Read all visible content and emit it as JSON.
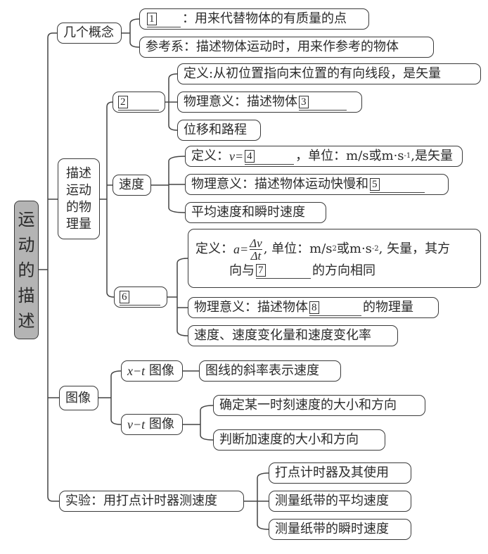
{
  "root": {
    "title_chars": [
      "运",
      "动",
      "的",
      "描",
      "述"
    ]
  },
  "concepts": {
    "label": "几个概念",
    "items": [
      {
        "blank": "1",
        "text": "：用来代替物体的有质量的点"
      },
      {
        "text": "参考系：描述物体运动时，用来作参考的物体"
      }
    ]
  },
  "quantities": {
    "label_lines": [
      "描述",
      "运动",
      "的物",
      "理量"
    ],
    "displacement": {
      "blank": "2",
      "definition": "定义:从初位置指向末位置的有向线段，是矢量",
      "meaning_prefix": "物理意义：描述物体",
      "meaning_blank": "3",
      "compare": "位移和路程"
    },
    "velocity": {
      "label": "速度",
      "def_prefix": "定义：",
      "def_var": "v=",
      "def_blank": "4",
      "def_unit_prefix": "，单位：m/s或m·s",
      "def_unit_exp": "-1",
      "def_suffix": ",是矢量",
      "meaning_prefix": "物理意义：描述物体运动快慢和",
      "meaning_blank": "5",
      "compare": "平均速度和瞬时速度"
    },
    "acceleration": {
      "blank": "6",
      "def_prefix": "定义：",
      "def_var": "a=",
      "frac_num": "Δv",
      "frac_den": "Δt",
      "unit1": ", 单位：m/s",
      "unit1_exp": "2",
      "unit2": "或m·s",
      "unit2_exp": "-2",
      "def_suffix": ", 矢量，其方",
      "line2_prefix": "向与",
      "line2_blank": "7",
      "line2_suffix": "的方向相同",
      "meaning_prefix": "物理意义：描述物体",
      "meaning_blank": "8",
      "meaning_suffix": "的物理量",
      "compare": "速度、速度变化量和速度变化率"
    }
  },
  "graphs": {
    "label": "图像",
    "xt": {
      "var": "x−t",
      "label": " 图像",
      "item": "图线的斜率表示速度"
    },
    "vt": {
      "var": "v−t",
      "label": " 图像",
      "items": [
        "确定某一时刻速度的大小和方向",
        "判断加速度的大小和方向"
      ]
    }
  },
  "experiment": {
    "label": "实验：用打点计时器测速度",
    "items": [
      "打点计时器及其使用",
      "测量纸带的平均速度",
      "测量纸带的瞬时速度"
    ]
  }
}
